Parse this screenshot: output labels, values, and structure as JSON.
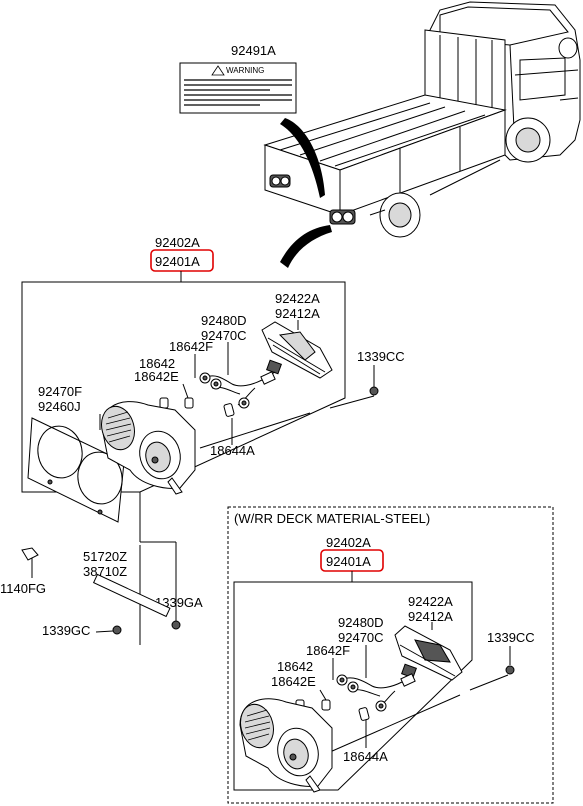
{
  "labels": {
    "warning_label_part": "92491A",
    "warning_title": "WARNING",
    "top": {
      "assy_a": "92402A",
      "assy_b": "92401A",
      "lamp_r1": "92422A",
      "lamp_r2": "92412A",
      "wire_1": "92480D",
      "wire_2": "92470C",
      "socket_f": "18642F",
      "socket": "18642",
      "socket_e": "18642E",
      "lens_1": "92470F",
      "lens_2": "92460J",
      "bulb_a": "18644A",
      "screw_cc": "1339CC",
      "bolt_fg": "1140FG",
      "bracket_1": "51720Z",
      "bracket_2": "38710Z",
      "nut_ga": "1339GA",
      "nut_gc": "1339GC"
    },
    "bottom": {
      "condition": "(W/RR DECK MATERIAL-STEEL)",
      "assy_a": "92402A",
      "assy_b": "92401A",
      "lamp_r1": "92422A",
      "lamp_r2": "92412A",
      "wire_1": "92480D",
      "wire_2": "92470C",
      "socket_f": "18642F",
      "socket": "18642",
      "socket_e": "18642E",
      "bulb_a": "18644A",
      "screw_cc": "1339CC"
    }
  },
  "colors": {
    "highlight": "#e00000",
    "line": "#000000"
  }
}
